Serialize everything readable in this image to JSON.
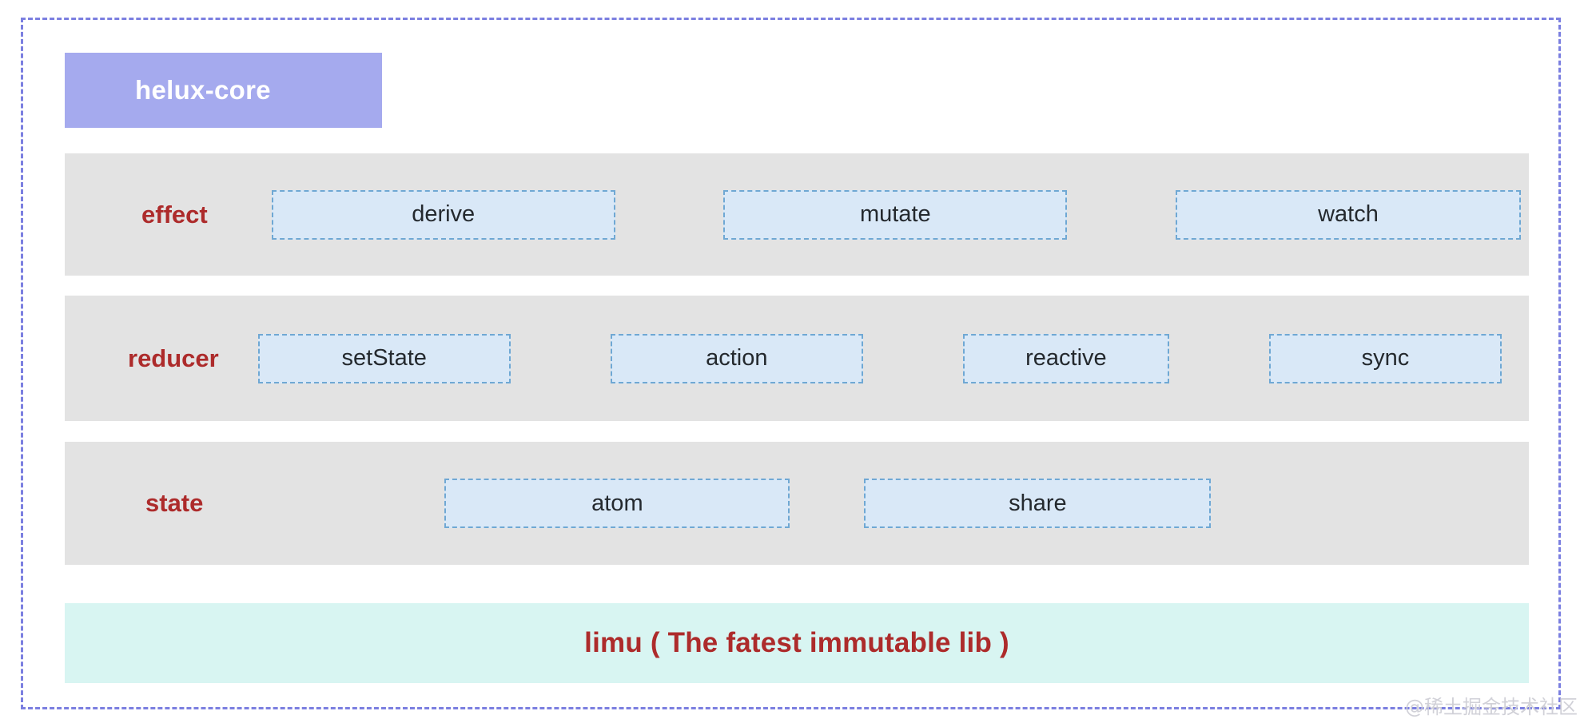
{
  "diagram": {
    "title": "helux-core",
    "watermark": "@稀土掘金技术社区",
    "colors": {
      "frame_border": "#7b7fe0",
      "title_badge_bg": "#a5aaee",
      "title_badge_text": "#ffffff",
      "band_bg": "#e3e3e3",
      "band_label_text": "#ad2b2b",
      "node_bg": "#d9e8f7",
      "node_border": "#6fa8d4",
      "node_text": "#24292e",
      "footer_bg": "#d8f5f2",
      "footer_text": "#ad2b2b",
      "watermark_text": "#cfcfd6"
    },
    "layers": [
      {
        "label": "effect",
        "nodes": [
          {
            "label": "derive"
          },
          {
            "label": "mutate"
          },
          {
            "label": "watch"
          }
        ]
      },
      {
        "label": "reducer",
        "nodes": [
          {
            "label": "setState"
          },
          {
            "label": "action"
          },
          {
            "label": "reactive"
          },
          {
            "label": "sync"
          }
        ]
      },
      {
        "label": "state",
        "nodes": [
          {
            "label": "atom"
          },
          {
            "label": "share"
          }
        ]
      }
    ],
    "footer": {
      "label": "limu ( The fatest immutable lib )"
    }
  }
}
